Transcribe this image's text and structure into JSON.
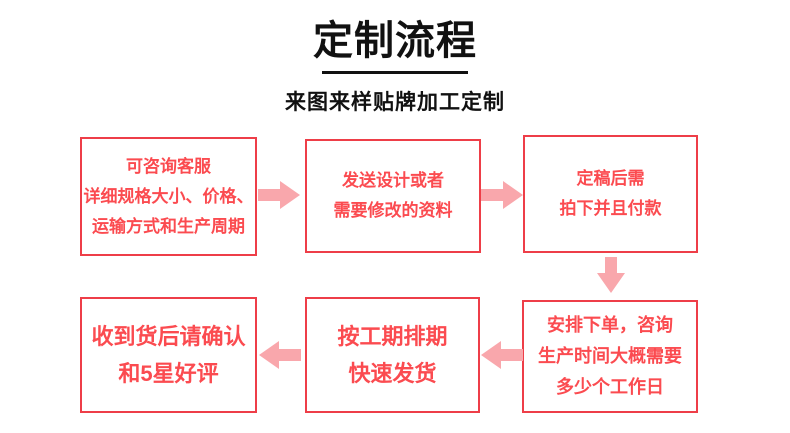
{
  "header": {
    "title": "定制流程",
    "subtitle": "来图来样贴牌加工定制"
  },
  "colors": {
    "title_text": "#111111",
    "box_border": "#ee3e48",
    "box_text": "#fb4b50",
    "arrow": "#f9a7ac"
  },
  "flow": {
    "steps": [
      {
        "id": 1,
        "lines": [
          "可咨询客服",
          "详细规格大小、价格、",
          "运输方式和生产周期"
        ]
      },
      {
        "id": 2,
        "lines": [
          "发送设计或者",
          "需要修改的资料"
        ]
      },
      {
        "id": 3,
        "lines": [
          "定稿后需",
          "拍下并且付款"
        ]
      },
      {
        "id": 4,
        "lines": [
          "安排下单，咨询",
          "生产时间大概需要",
          "多少个工作日"
        ]
      },
      {
        "id": 5,
        "lines": [
          "按工期排期",
          "快速发货"
        ]
      },
      {
        "id": 6,
        "lines": [
          "收到货后请确认",
          "和5星好评"
        ]
      }
    ]
  }
}
